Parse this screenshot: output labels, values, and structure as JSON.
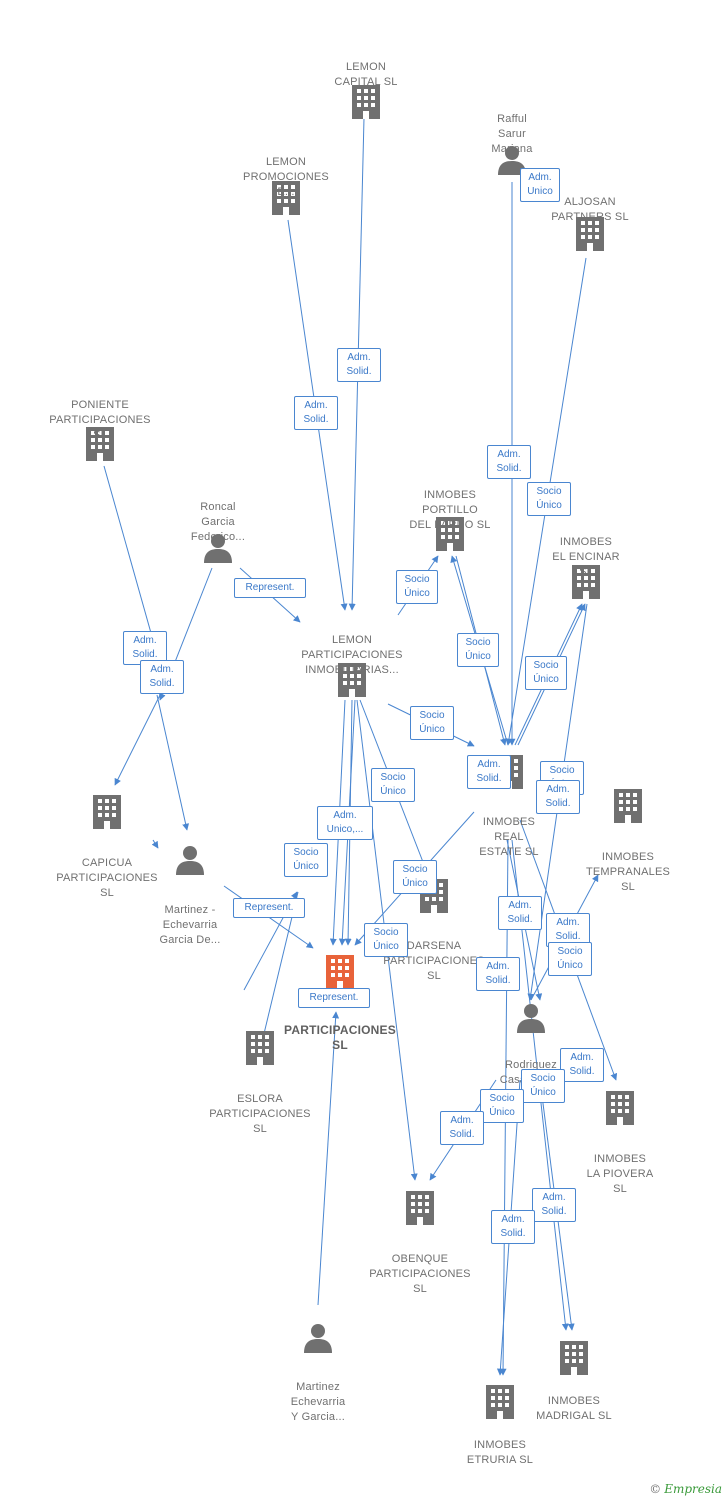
{
  "colors": {
    "edge": "#4a86d0",
    "building": "#707070",
    "main_building": "#e8633a",
    "person": "#707070"
  },
  "brand": {
    "copyright": "©",
    "name": "Empresia"
  },
  "nodes": [
    {
      "id": "lemon_capital",
      "type": "company",
      "label": "LEMON\nCAPITAL SL"
    },
    {
      "id": "lemon_promociones",
      "type": "company",
      "label": "LEMON\nPROMOCIONES\nE..."
    },
    {
      "id": "rafful",
      "type": "person",
      "label": "Rafful\nSarur\nMariana"
    },
    {
      "id": "aljosan",
      "type": "company",
      "label": "ALJOSAN\nPARTNERS SL"
    },
    {
      "id": "poniente",
      "type": "company",
      "label": "PONIENTE\nPARTICIPACIONES\nSL"
    },
    {
      "id": "roncal",
      "type": "person",
      "label": "Roncal\nGarcia\nFederico..."
    },
    {
      "id": "inmobes_portillo",
      "type": "company",
      "label": "INMOBES\nPORTILLO\nDEL PARDO SL"
    },
    {
      "id": "inmobes_encinar",
      "type": "company",
      "label": "INMOBES\nEL ENCINAR\nSL"
    },
    {
      "id": "lemon_participaciones",
      "type": "company",
      "label": "LEMON\nPARTICIPACIONES\nINMOBILIARIAS..."
    },
    {
      "id": "inmobes_real",
      "type": "company",
      "label": "INMOBES\nREAL\nESTATE SL"
    },
    {
      "id": "capicua",
      "type": "company",
      "label": "CAPICUA\nPARTICIPACIONES\nSL"
    },
    {
      "id": "martinez_de",
      "type": "person",
      "label": "Martinez -\nEchevarria\nGarcia De..."
    },
    {
      "id": "inmobes_tempranales",
      "type": "company",
      "label": "INMOBES\nTEMPRANALES\nSL"
    },
    {
      "id": "darsena",
      "type": "company",
      "label": "DARSENA\nPARTICIPACIONES\nSL"
    },
    {
      "id": "main",
      "type": "company",
      "label": "PARTICIPACIONES\nSL",
      "main": true
    },
    {
      "id": "eslora",
      "type": "company",
      "label": "ESLORA\nPARTICIPACIONES\nSL"
    },
    {
      "id": "rodriguez",
      "type": "person",
      "label": "Rodriguez\nCasasnovas\nJe..."
    },
    {
      "id": "inmobes_piovera",
      "type": "company",
      "label": "INMOBES\nLA PIOVERA\nSL"
    },
    {
      "id": "obenque",
      "type": "company",
      "label": "OBENQUE\nPARTICIPACIONES\nSL"
    },
    {
      "id": "martinez_y",
      "type": "person",
      "label": "Martinez\nEchevarria\nY Garcia..."
    },
    {
      "id": "inmobes_madrigal",
      "type": "company",
      "label": "INMOBES\nMADRIGAL SL"
    },
    {
      "id": "inmobes_etruria",
      "type": "company",
      "label": "INMOBES\nETRURIA SL"
    }
  ],
  "edge_labels": [
    {
      "id": "e1",
      "text": "Adm.\nUnico"
    },
    {
      "id": "e2",
      "text": "Adm.\nSolid."
    },
    {
      "id": "e3",
      "text": "Adm.\nSolid."
    },
    {
      "id": "e4",
      "text": "Adm.\nSolid."
    },
    {
      "id": "e5",
      "text": "Socio\nÚnico"
    },
    {
      "id": "e6",
      "text": "Represent."
    },
    {
      "id": "e7",
      "text": "Socio\nÚnico"
    },
    {
      "id": "e8",
      "text": "Adm.\nSolid."
    },
    {
      "id": "e9",
      "text": "Adm.\nSolid."
    },
    {
      "id": "e10",
      "text": "Socio\nÚnico"
    },
    {
      "id": "e11",
      "text": "Socio\nÚnico"
    },
    {
      "id": "e12",
      "text": "Socio\nÚnico"
    },
    {
      "id": "e13",
      "text": "Adm.\nSolid."
    },
    {
      "id": "e14",
      "text": "Socio\nÚnico"
    },
    {
      "id": "e15",
      "text": "Adm.\nSolid."
    },
    {
      "id": "e16",
      "text": "Socio\nÚnico"
    },
    {
      "id": "e17",
      "text": "Adm.\nUnico,..."
    },
    {
      "id": "e18",
      "text": "Socio\nÚnico"
    },
    {
      "id": "e19",
      "text": "Socio\nÚnico"
    },
    {
      "id": "e20",
      "text": "Represent."
    },
    {
      "id": "e21",
      "text": "Socio\nÚnico"
    },
    {
      "id": "e22",
      "text": "Adm.\nSolid."
    },
    {
      "id": "e23",
      "text": "Adm.\nSolid."
    },
    {
      "id": "e24",
      "text": "Socio\nÚnico"
    },
    {
      "id": "e25",
      "text": "Adm.\nSolid."
    },
    {
      "id": "e26",
      "text": "Represent."
    },
    {
      "id": "e27",
      "text": "Adm.\nSolid."
    },
    {
      "id": "e28",
      "text": "Socio\nÚnico"
    },
    {
      "id": "e29",
      "text": "Socio\nÚnico"
    },
    {
      "id": "e30",
      "text": "Adm.\nSolid."
    },
    {
      "id": "e31",
      "text": "Adm.\nSolid."
    },
    {
      "id": "e32",
      "text": "Adm.\nSolid."
    }
  ]
}
